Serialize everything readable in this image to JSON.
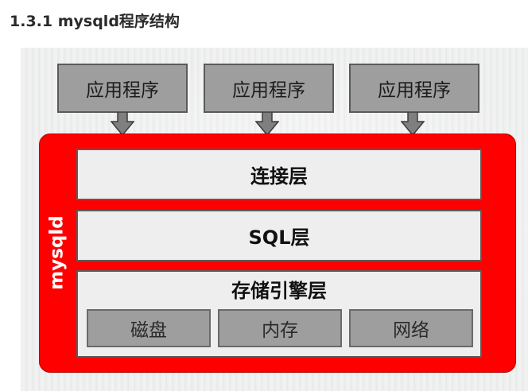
{
  "heading": "1.3.1 mysqld程序结构",
  "apps": [
    "应用程序",
    "应用程序",
    "应用程序"
  ],
  "container_label": "mysqld",
  "layers": {
    "connection": "连接层",
    "sql": "SQL层",
    "storage_engine": "存储引擎层"
  },
  "storage": [
    "磁盘",
    "内存",
    "网络"
  ],
  "colors": {
    "container": "#ff0000",
    "app_box": "#9e9e9e",
    "layer_box": "#eeeeee",
    "arrow": "#7f7f7f"
  }
}
